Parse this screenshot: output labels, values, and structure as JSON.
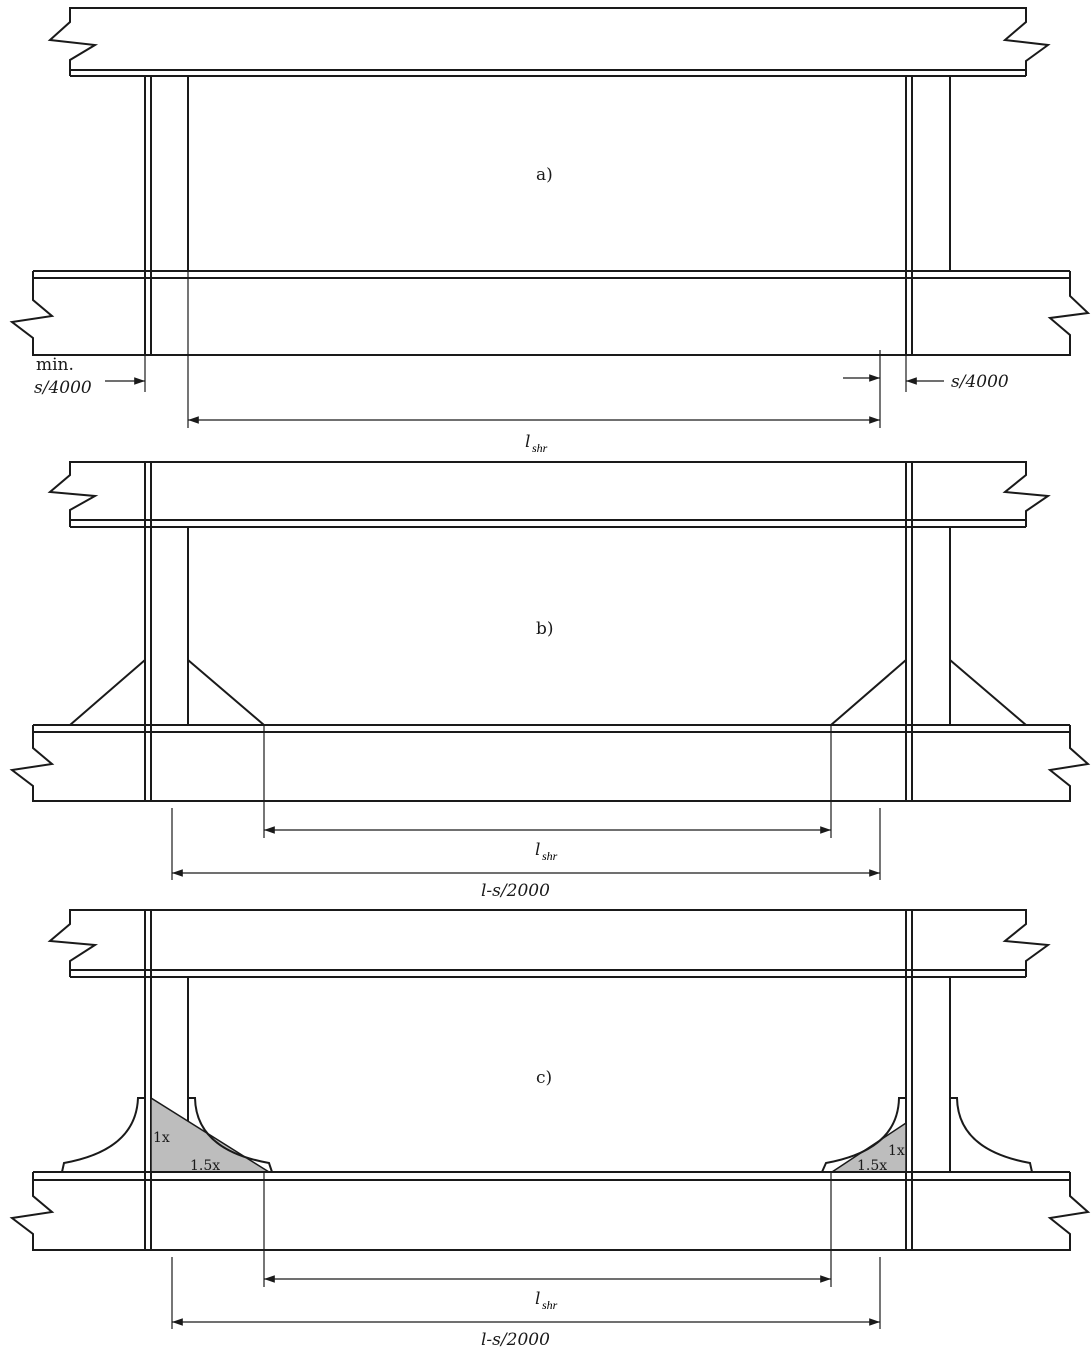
{
  "panels": {
    "a": {
      "label": "a)"
    },
    "b": {
      "label": "b)"
    },
    "c": {
      "label": "c)"
    }
  },
  "annotations": {
    "min": "min.",
    "s_4000_left": "s/4000",
    "s_4000_right": "s/4000",
    "l_shr": "l",
    "l_shr_sub": "shr",
    "l_minus": "l-s/2000",
    "one_x": "1x",
    "one_five_x": "1.5x"
  },
  "colors": {
    "line": "#1a1a1a",
    "shade": "#bdbdbd",
    "background": "#ffffff"
  }
}
